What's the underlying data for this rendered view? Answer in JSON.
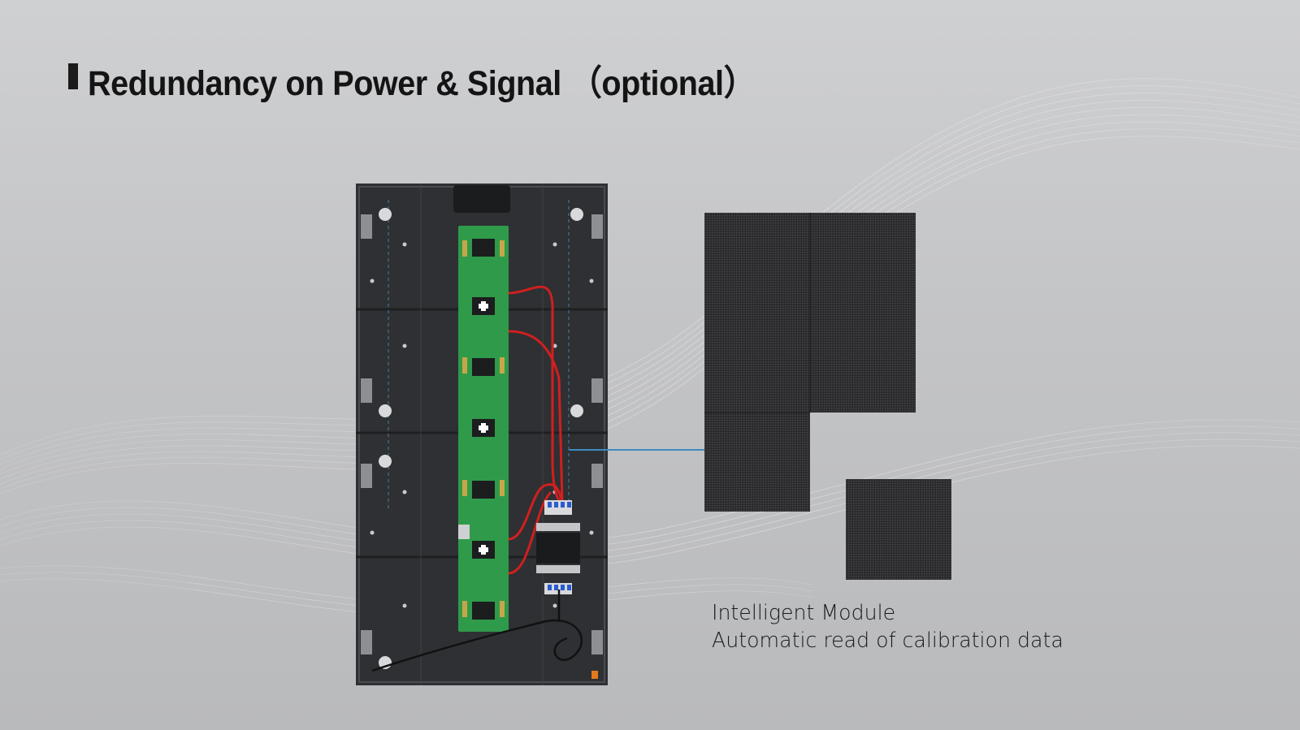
{
  "title": "Redundancy on Power & Signal （optional）",
  "caption": {
    "line1": "Intelligent Module",
    "line2": "Automatic read of calibration data"
  },
  "colors": {
    "background": "#c6c7c9",
    "title_text": "#141414",
    "cabinet_frame": "#2e3033",
    "pcb_green": "#2f9a4a",
    "cable_red": "#d11f1f",
    "connector_line": "#3c8bbf",
    "module_dark": "#2a2a2c"
  },
  "icons": [
    "title-marker",
    "led-cabinet-back",
    "hub-board",
    "power-cable",
    "led-module"
  ]
}
